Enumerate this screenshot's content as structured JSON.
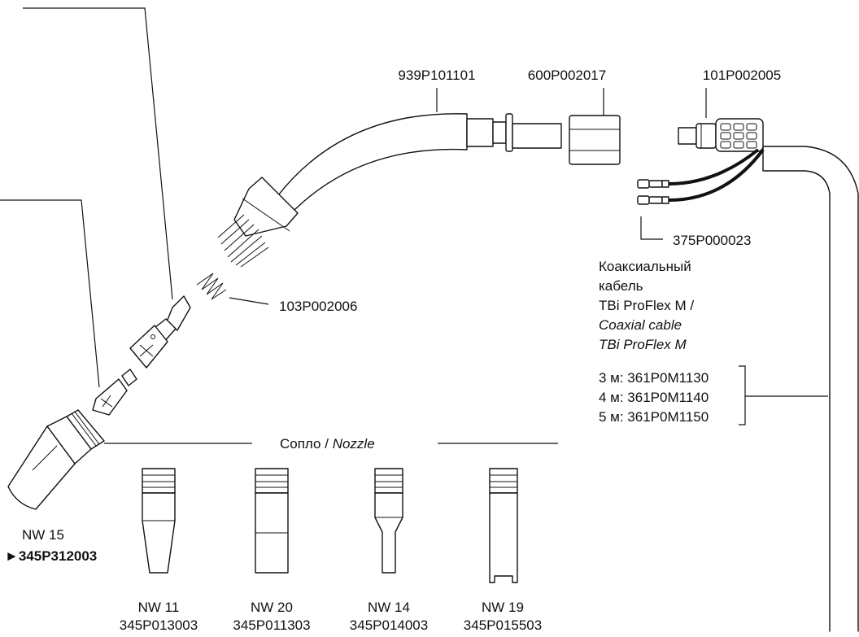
{
  "labels": {
    "neck": "939P101101",
    "handle_adapter": "600P002017",
    "connector": "101P002005",
    "control_leads": "375P000023",
    "spring": "103P002006"
  },
  "cable": {
    "title_ru_1": "Коаксиальный",
    "title_ru_2": "кабель",
    "title_ru_3": "TBi ProFlex M /",
    "title_en_1": "Coaxial cable",
    "title_en_2": "TBi ProFlex M",
    "variants": [
      "3 м: 361P0M1130",
      "4 м: 361P0M1140",
      "5 м: 361P0M1150"
    ]
  },
  "nozzle_header": {
    "ru": "Сопло /",
    "en": "Nozzle"
  },
  "main_nozzle": {
    "size": "NW 15",
    "marker": "►",
    "code": "345P312003"
  },
  "nozzles": [
    {
      "size": "NW 11",
      "code": "345P013003"
    },
    {
      "size": "NW 20",
      "code": "345P011303"
    },
    {
      "size": "NW 14",
      "code": "345P014003"
    },
    {
      "size": "NW 19",
      "code": "345P015503"
    }
  ]
}
